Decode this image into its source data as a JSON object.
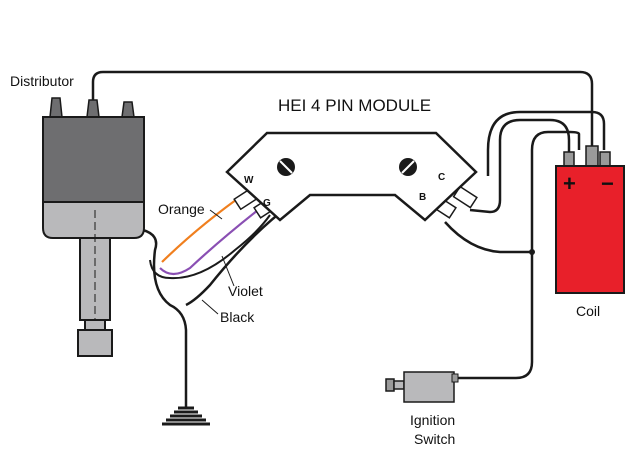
{
  "title": "HEI 4 PIN MODULE",
  "labels": {
    "distributor": "Distributor",
    "orange": "Orange",
    "violet": "Violet",
    "black": "Black",
    "coil": "Coil",
    "ignition_line1": "Ignition",
    "ignition_line2": "Switch"
  },
  "pins": {
    "w": "W",
    "g": "G",
    "c": "C",
    "b": "B"
  },
  "coil_terminals": {
    "positive": "+",
    "negative": "−"
  },
  "colors": {
    "distributor_cap": "#6e6e70",
    "distributor_body": "#b9b9bb",
    "coil": "#e8202a",
    "orange_wire": "#f07f1e",
    "violet_wire": "#8a4fb3",
    "wire": "#1a1a1a"
  }
}
